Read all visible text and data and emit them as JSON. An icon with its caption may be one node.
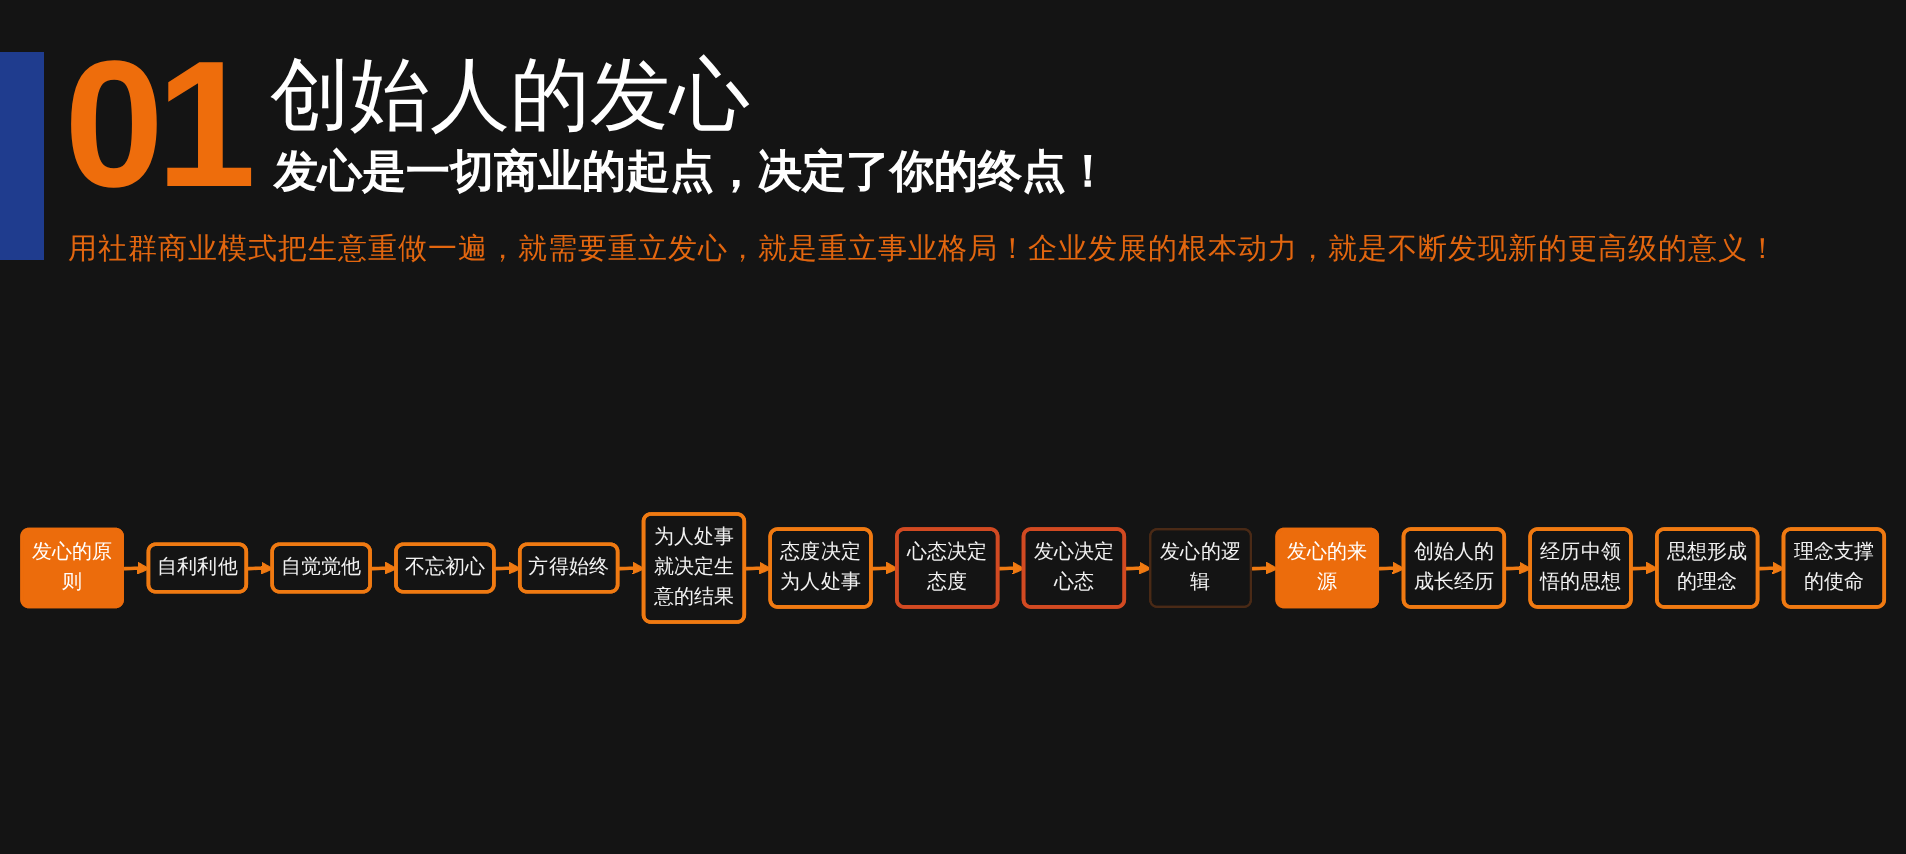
{
  "diagram": {
    "title": "创始人的发心",
    "nodes": [
      {
        "text": [
          "发心的原则"
        ]
      },
      {
        "text": [
          "自利利他"
        ]
      },
      {
        "text": [
          "自觉觉他"
        ]
      },
      {
        "text": [
          "不忘初心"
        ]
      },
      {
        "text": [
          "方得始终"
        ]
      },
      {
        "text": [
          "发心的逻辑"
        ]
      },
      {
        "text": [
          "发心决定心态"
        ]
      },
      {
        "text": [
          "心态决定态度"
        ]
      },
      {
        "text": [
          "态度决定为人处事"
        ]
      },
      {
        "text": [
          "为人处事就决定生意的结果"
        ]
      },
      {
        "text": [
          "发心的来源"
        ]
      },
      {
        "text": [
          "创始人的成长经历"
        ]
      },
      {
        "text": [
          "经历中领悟的思想"
        ]
      },
      {
        "text": [
          "思想形成的理念"
        ]
      },
      {
        "text": [
          "理念支撑的使命"
        ]
      }
    ],
    "edges": [
      {
        "from": 0,
        "to": 1,
        "arrow": "to"
      },
      {
        "from": 1,
        "to": 2,
        "arrow": "to"
      },
      {
        "from": 2,
        "to": 3,
        "arrow": "to"
      },
      {
        "from": 3,
        "to": 4,
        "arrow": "to"
      },
      {
        "from": 4,
        "to": 9,
        "arrow": "to"
      },
      {
        "from": 9,
        "to": 8,
        "arrow": "to"
      },
      {
        "from": 8,
        "to": 7,
        "arrow": "to"
      },
      {
        "from": 7,
        "to": 6,
        "arrow": "to"
      },
      {
        "from": 6,
        "to": 5,
        "arrow": "to"
      },
      {
        "from": 5,
        "to": 10,
        "arrow": "to"
      },
      {
        "from": 10,
        "to": 11,
        "arrow": "to"
      },
      {
        "from": 11,
        "to": 12,
        "arrow": "to"
      },
      {
        "from": 12,
        "to": 13,
        "arrow": "to"
      },
      {
        "from": 13,
        "to": 14,
        "arrow": "to"
      }
    ],
    "labels": [
      "01",
      "发心是一切商业的起点，决定了你的终点！",
      "用社群商业模式把生意重做一遍，就需要重立发心，就是重立事业格局！企业发展的根本动力，就是不断发现新的更高级的意义！"
    ]
  }
}
